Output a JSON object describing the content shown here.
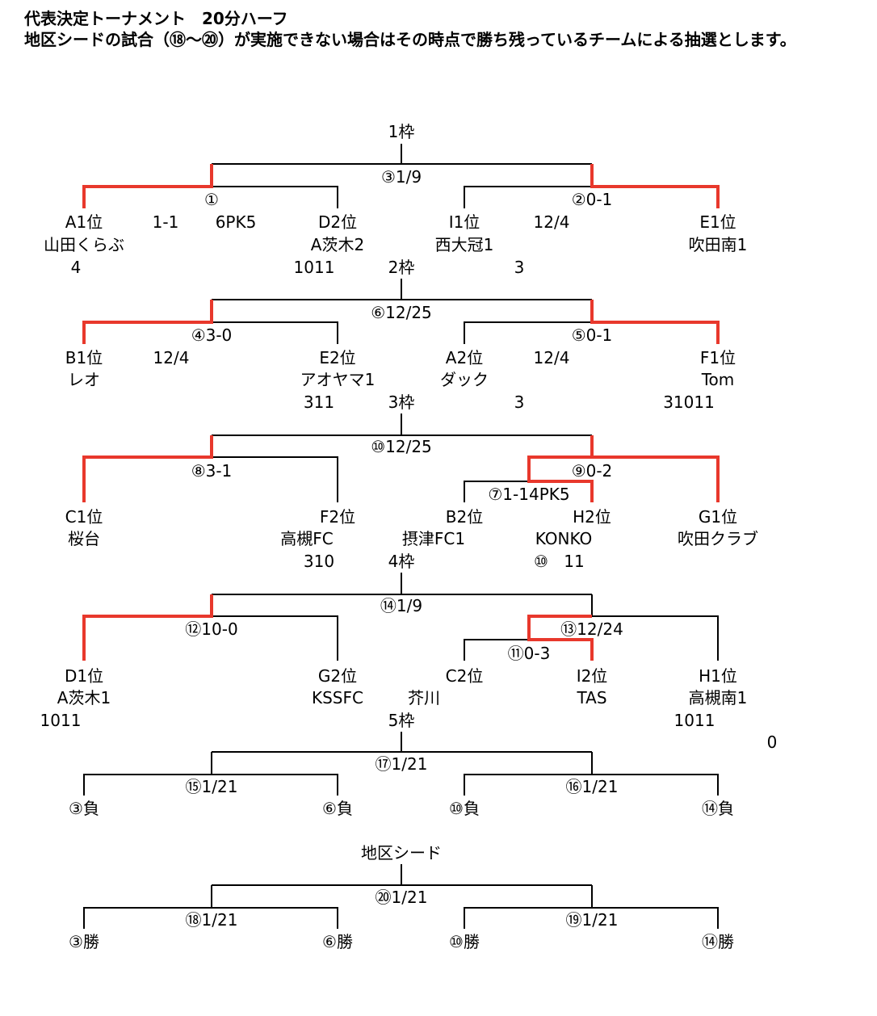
{
  "header": {
    "title": "代表決定トーナメント　20分ハーフ",
    "note": "地区シードの試合（⑱～⑳）が実施できない場合はその時点で勝ち残っているチームによる抽選とします。"
  },
  "colors": {
    "line": "#000000",
    "winner": "#e8382c"
  },
  "sections": [
    {
      "frame": "1枠",
      "top": "③1/9",
      "left_match": "①",
      "right_match": "②0-1",
      "notes": [
        {
          "id": "n1",
          "text": "1-1"
        },
        {
          "id": "n2",
          "text": "6PK5"
        },
        {
          "id": "n3",
          "text": "12/4"
        },
        {
          "id": "n4",
          "text": "4"
        },
        {
          "id": "n5",
          "text": "1011"
        },
        {
          "id": "n6",
          "text": "3"
        }
      ],
      "teams": [
        {
          "rank": "A1位",
          "name": "山田くらぶ"
        },
        {
          "rank": "D2位",
          "name": "A茨木2"
        },
        {
          "rank": "I1位",
          "name": "西大冠1"
        },
        {
          "rank": "E1位",
          "name": "吹田南1"
        }
      ]
    },
    {
      "frame": "2枠",
      "top": "⑥12/25",
      "left_match": "④3-0",
      "right_match": "⑤0-1",
      "notes": [
        {
          "id": "n1",
          "text": "12/4"
        },
        {
          "id": "n2",
          "text": "12/4"
        },
        {
          "id": "n3",
          "text": "311"
        },
        {
          "id": "n4",
          "text": "3"
        },
        {
          "id": "n5",
          "text": "31011"
        }
      ],
      "teams": [
        {
          "rank": "B1位",
          "name": "レオ"
        },
        {
          "rank": "E2位",
          "name": "アオヤマ1"
        },
        {
          "rank": "A2位",
          "name": "ダック"
        },
        {
          "rank": "F1位",
          "name": "Tom"
        }
      ]
    },
    {
      "frame": "3枠",
      "top": "⑩12/25",
      "left_match": "⑧3-1",
      "right_match": "⑨0-2",
      "sub_match": "⑦1-14PK5",
      "notes": [
        {
          "id": "n1",
          "text": "310"
        },
        {
          "id": "n2",
          "text": "⑩"
        },
        {
          "id": "n3",
          "text": "11"
        }
      ],
      "teams": [
        {
          "rank": "C1位",
          "name": "桜台"
        },
        {
          "rank": "F2位",
          "name": "高槻FC"
        },
        {
          "rank": "B2位",
          "name": "摂津FC1"
        },
        {
          "rank": "H2位",
          "name": "KONKO"
        },
        {
          "rank": "G1位",
          "name": "吹田クラブ"
        }
      ]
    },
    {
      "frame": "4枠",
      "top": "⑭1/9",
      "left_match": "⑫10-0",
      "right_match": "⑬12/24",
      "sub_match": "⑪0-3",
      "notes": [
        {
          "id": "n1",
          "text": "1011"
        },
        {
          "id": "n2",
          "text": "1011"
        },
        {
          "id": "n3",
          "text": "0"
        }
      ],
      "teams": [
        {
          "rank": "D1位",
          "name": "A茨木1"
        },
        {
          "rank": "G2位",
          "name": "KSSFC"
        },
        {
          "rank": "C2位",
          "name": "芥川"
        },
        {
          "rank": "I2位",
          "name": "TAS"
        },
        {
          "rank": "H1位",
          "name": "高槻南1"
        }
      ]
    },
    {
      "frame": "5枠",
      "top": "⑰1/21",
      "left_match": "⑮1/21",
      "right_match": "⑯1/21",
      "teams": [
        {
          "name": "③負"
        },
        {
          "name": "⑥負"
        },
        {
          "name": "⑩負"
        },
        {
          "name": "⑭負"
        }
      ]
    },
    {
      "frame": "地区シード",
      "top": "⑳1/21",
      "left_match": "⑱1/21",
      "right_match": "⑲1/21",
      "teams": [
        {
          "name": "③勝"
        },
        {
          "name": "⑥勝"
        },
        {
          "name": "⑩勝"
        },
        {
          "name": "⑭勝"
        }
      ]
    }
  ]
}
